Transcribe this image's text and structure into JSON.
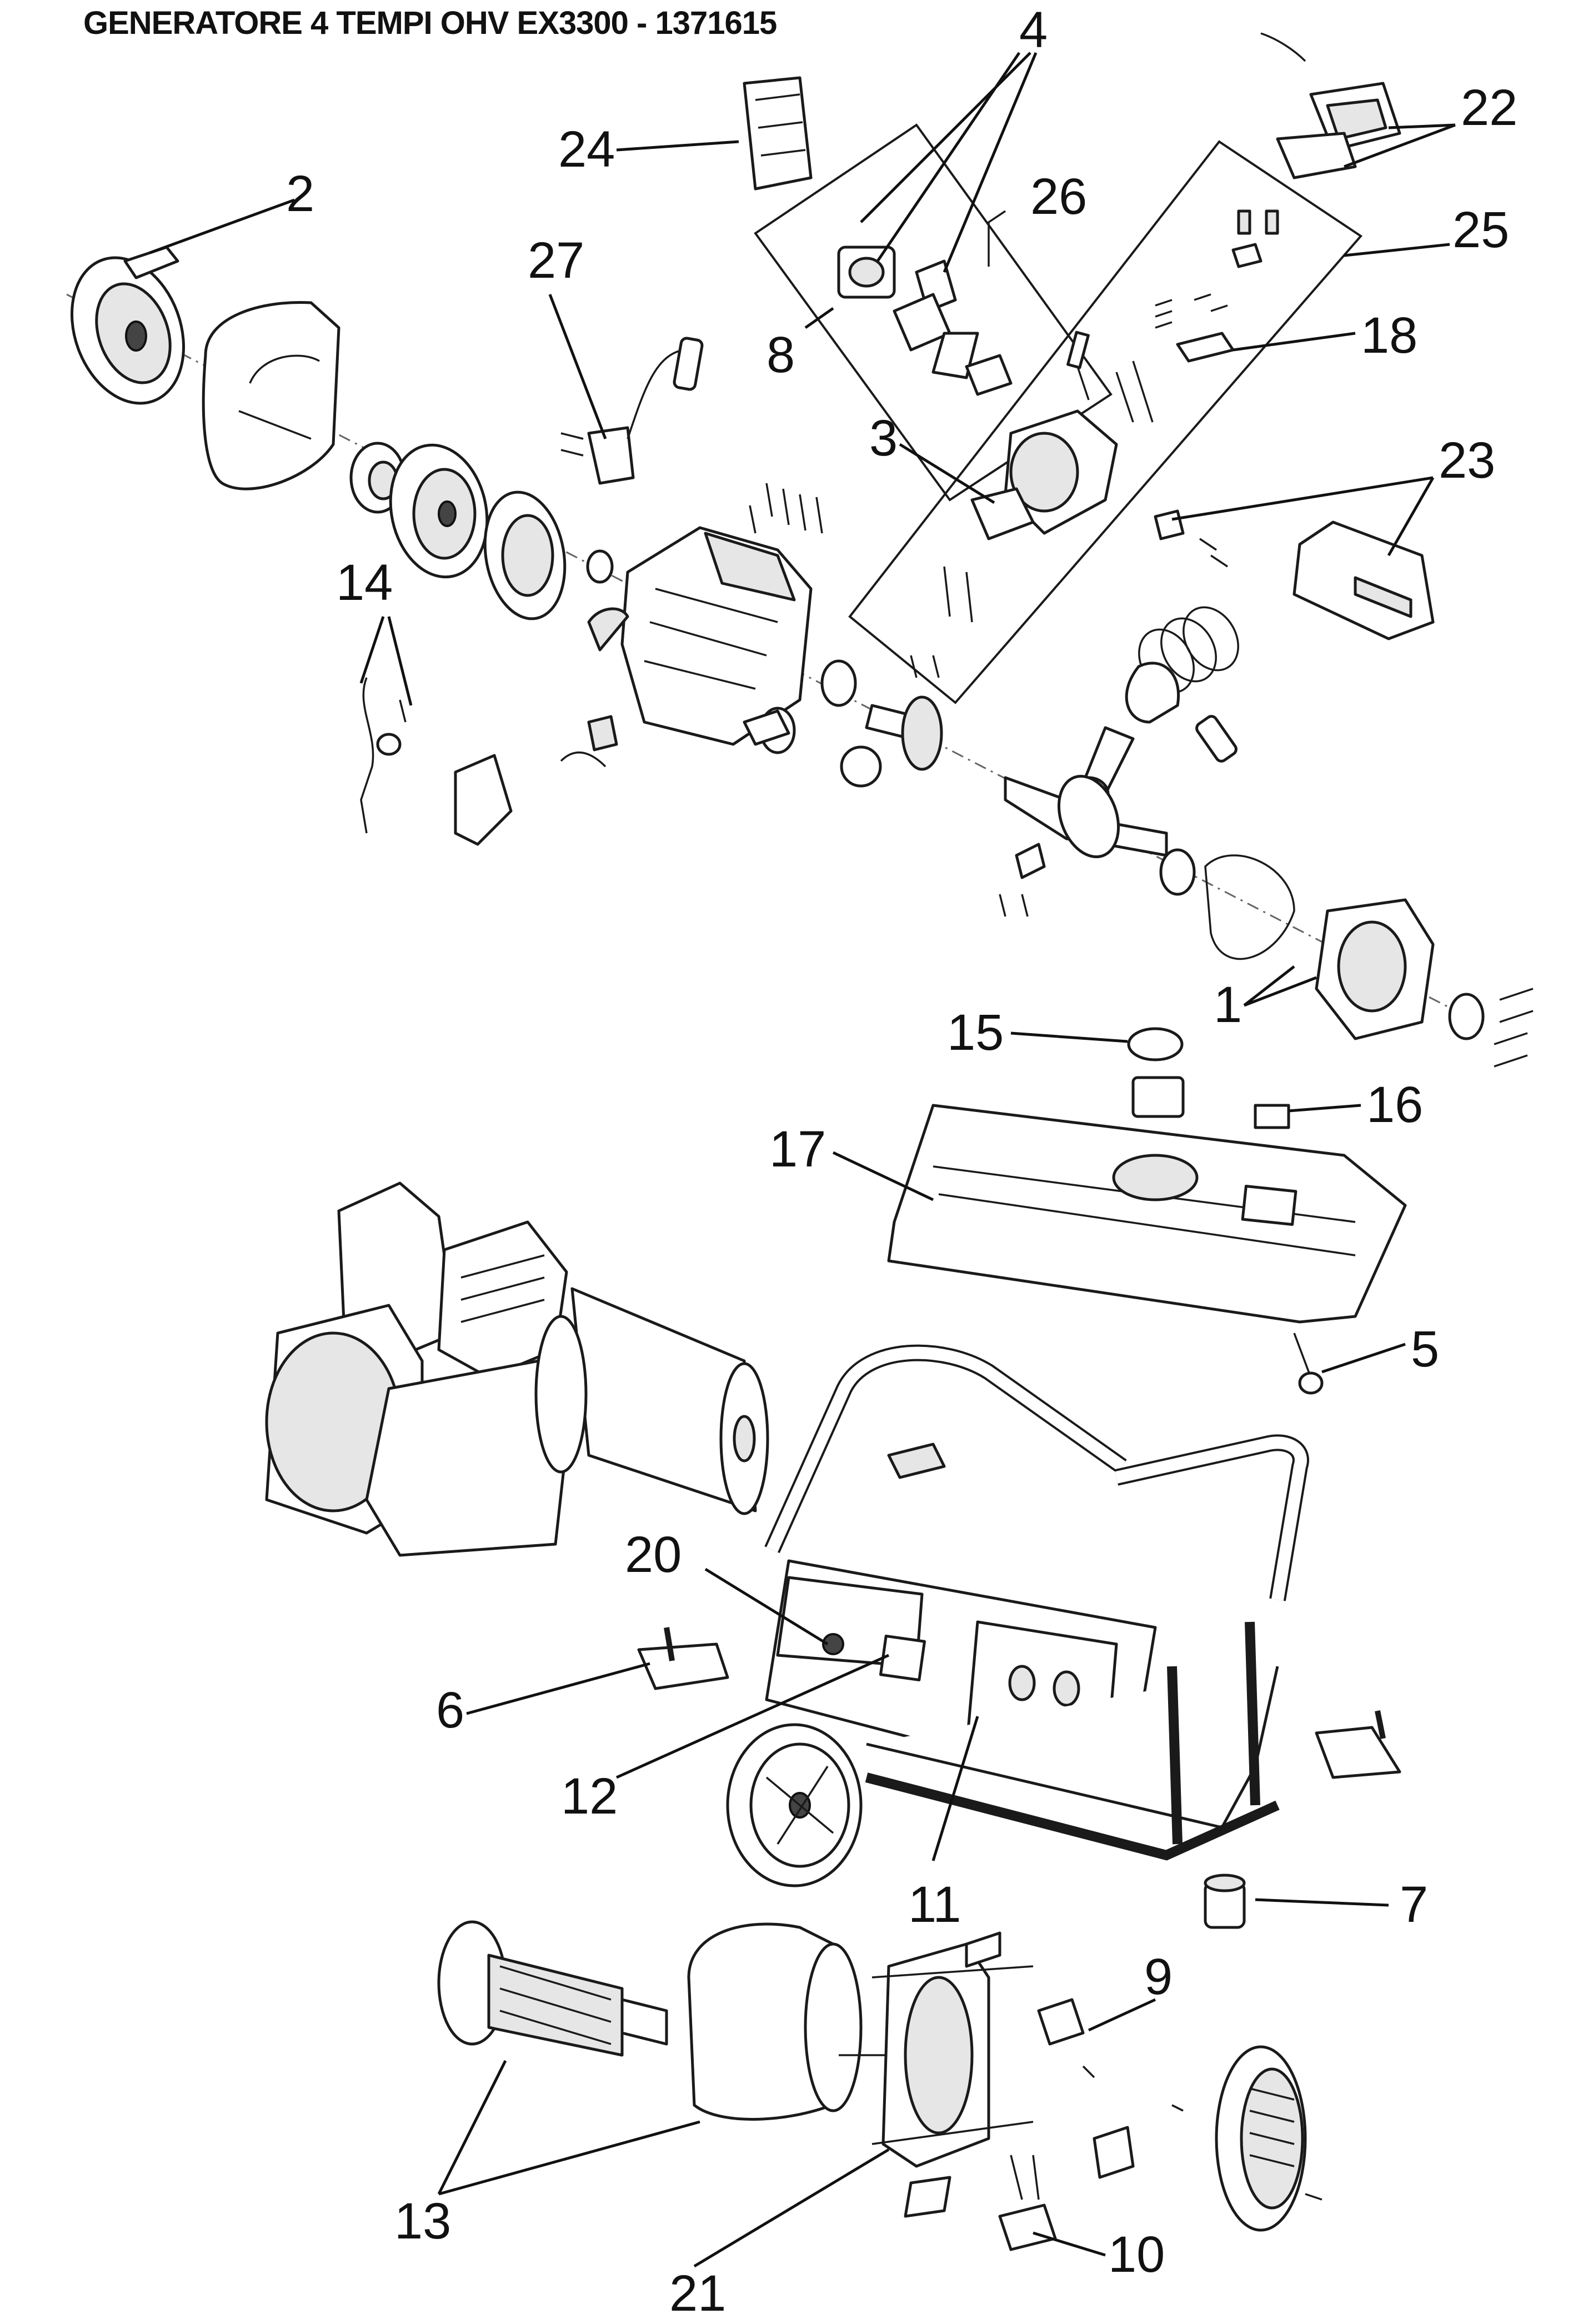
{
  "title": "GENERATORE 4 TEMPI OHV EX3300 - 1371615",
  "callouts": {
    "c1": "1",
    "c2": "2",
    "c3": "3",
    "c4": "4",
    "c5": "5",
    "c6": "6",
    "c7": "7",
    "c8": "8",
    "c9": "9",
    "c10": "10",
    "c11": "11",
    "c12": "12",
    "c13": "13",
    "c14": "14",
    "c15": "15",
    "c16": "16",
    "c17": "17",
    "c18": "18",
    "c20": "20",
    "c21": "21",
    "c22": "22",
    "c23": "23",
    "c24": "24",
    "c25": "25",
    "c26": "26",
    "c27": "27"
  }
}
